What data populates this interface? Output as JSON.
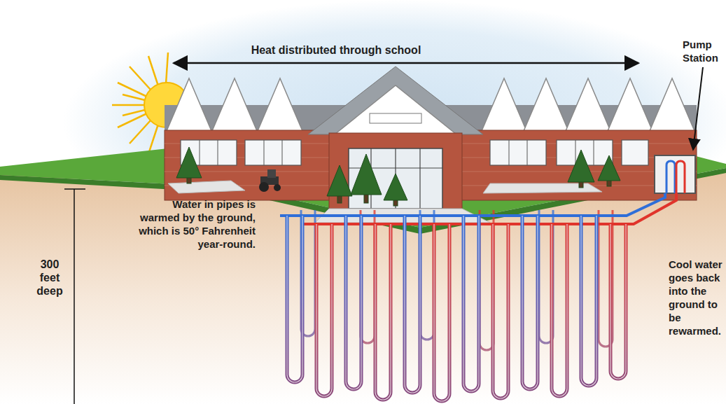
{
  "diagram": {
    "labels": [
      "Heat distributed through school",
      "Pump Station",
      "300 feet deep",
      "Water in pipes is warmed by the ground, which is 50° Fahrenheit year-round.",
      "Cool water goes back into the ground to be rewarmed."
    ]
  }
}
